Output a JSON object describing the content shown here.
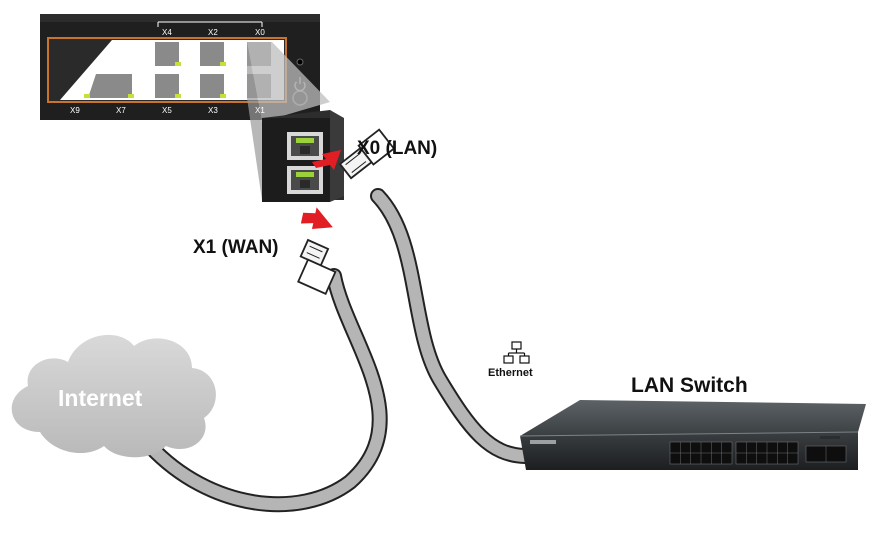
{
  "labels": {
    "x0_lan": "X0 (LAN)",
    "x1_wan": "X1 (WAN)",
    "internet": "Internet",
    "ethernet": "Ethernet",
    "lan_switch": "LAN Switch"
  },
  "firewall": {
    "ports_top": [
      "X4",
      "X2",
      "X0"
    ],
    "ports_bottom": [
      "X9",
      "X7",
      "X5",
      "X3",
      "X1"
    ]
  },
  "icons": [
    "network-icon",
    "power-icon"
  ],
  "colors": {
    "arrow": "#e01e24",
    "cable": "#b5b5b5",
    "cable_outline": "#222222",
    "cloud": "#c8c8c8",
    "device_dark": "#1f1f1f",
    "port_led": "#c6e03a"
  }
}
